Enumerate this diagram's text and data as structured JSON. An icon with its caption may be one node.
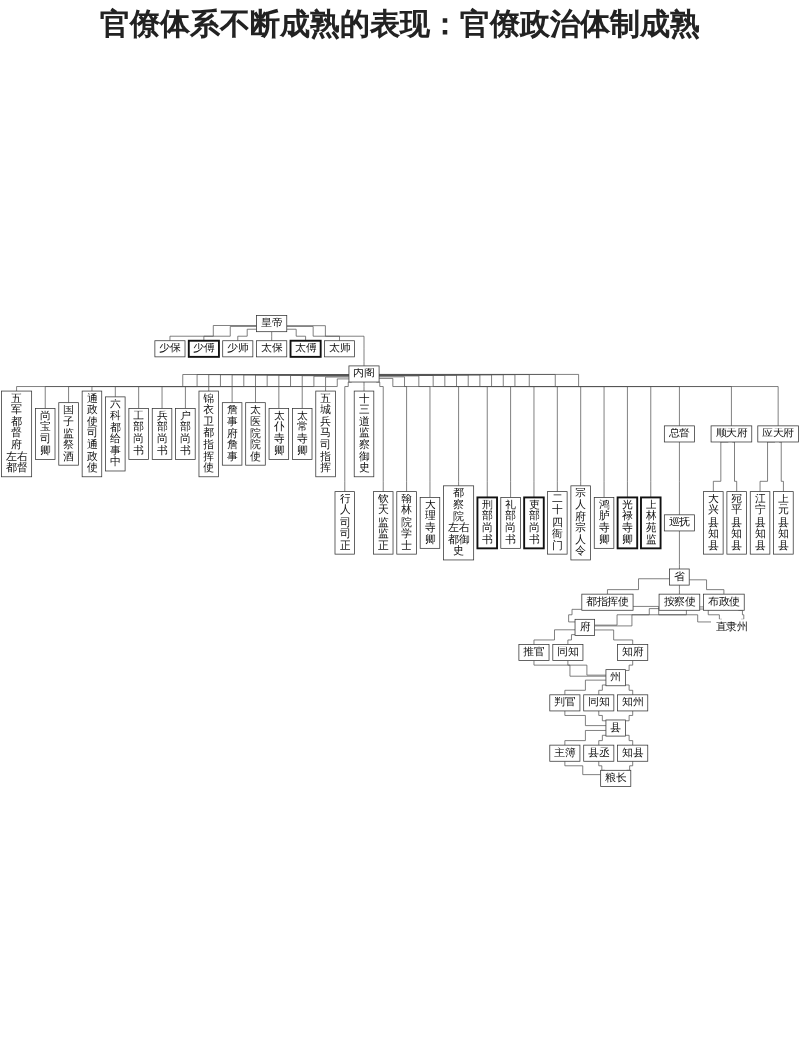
{
  "diagram": {
    "title": "官僚体系不断成熟的表现：官僚政治体制成熟",
    "nodes": [
      {
        "text": [
          "皇帝"
        ]
      },
      {
        "text": [
          "少保"
        ]
      },
      {
        "text": [
          "少傅"
        ]
      },
      {
        "text": [
          "少师"
        ]
      },
      {
        "text": [
          "太保"
        ]
      },
      {
        "text": [
          "太傅"
        ]
      },
      {
        "text": [
          "太师"
        ]
      },
      {
        "text": [
          "内阁"
        ]
      },
      {
        "text": [
          "五军都督府",
          "左右都督"
        ]
      },
      {
        "text": [
          "行人司司正"
        ]
      },
      {
        "text": [
          "尚宝司卿"
        ]
      },
      {
        "text": [
          "钦天监监正"
        ]
      },
      {
        "text": [
          "国子监祭酒"
        ]
      },
      {
        "text": [
          "翰林院学士"
        ]
      },
      {
        "text": [
          "通政使司通政使"
        ]
      },
      {
        "text": [
          "大理寺卿"
        ]
      },
      {
        "text": [
          "六科都给事中"
        ]
      },
      {
        "text": [
          "都察院",
          "左右都御史"
        ]
      },
      {
        "text": [
          "工部尚书"
        ]
      },
      {
        "text": [
          "刑部尚书"
        ]
      },
      {
        "text": [
          "兵部尚书"
        ]
      },
      {
        "text": [
          "礼部尚书"
        ]
      },
      {
        "text": [
          "户部尚书"
        ]
      },
      {
        "text": [
          "吏部尚书"
        ]
      },
      {
        "text": [
          "锦衣卫都指挥使"
        ]
      },
      {
        "text": [
          "二十四衙门"
        ]
      },
      {
        "text": [
          "詹事府詹事"
        ]
      },
      {
        "text": [
          "宗人府宗人令"
        ]
      },
      {
        "text": [
          "太医院院使"
        ]
      },
      {
        "text": [
          "鸿胪寺卿"
        ]
      },
      {
        "text": [
          "太仆寺卿"
        ]
      },
      {
        "text": [
          "光禄寺卿"
        ]
      },
      {
        "text": [
          "太常寺卿"
        ]
      },
      {
        "text": [
          "上林苑监"
        ]
      },
      {
        "text": [
          "五城兵马司指挥"
        ]
      },
      {
        "text": [
          "总督"
        ]
      },
      {
        "text": [
          "十三道监察御史"
        ]
      },
      {
        "text": [
          "巡抚"
        ]
      },
      {
        "text": [
          "顺天府"
        ]
      },
      {
        "text": [
          "应天府"
        ]
      },
      {
        "text": [
          "省"
        ]
      },
      {
        "text": [
          "都指挥使"
        ]
      },
      {
        "text": [
          "按察使"
        ]
      },
      {
        "text": [
          "布政使"
        ]
      },
      {
        "text": [
          "大兴县知县"
        ]
      },
      {
        "text": [
          "宛平县知县"
        ]
      },
      {
        "text": [
          "江宁县知县"
        ]
      },
      {
        "text": [
          "上元县知县"
        ]
      },
      {
        "text": [
          "府"
        ]
      },
      {
        "text": [
          "直隶州"
        ]
      },
      {
        "text": [
          "推官"
        ]
      },
      {
        "text": [
          "同知"
        ]
      },
      {
        "text": [
          "知府"
        ]
      },
      {
        "text": [
          "州"
        ]
      },
      {
        "text": [
          "判官"
        ]
      },
      {
        "text": [
          "同知"
        ]
      },
      {
        "text": [
          "知州"
        ]
      },
      {
        "text": [
          "县"
        ]
      },
      {
        "text": [
          "主簿"
        ]
      },
      {
        "text": [
          "县丞"
        ]
      },
      {
        "text": [
          "知县"
        ]
      },
      {
        "text": [
          "粮长"
        ]
      }
    ],
    "edges": [
      {
        "from": 0,
        "to": 1,
        "arrow": "none"
      },
      {
        "from": 0,
        "to": 2,
        "arrow": "none"
      },
      {
        "from": 0,
        "to": 3,
        "arrow": "none"
      },
      {
        "from": 0,
        "to": 4,
        "arrow": "none"
      },
      {
        "from": 0,
        "to": 5,
        "arrow": "none"
      },
      {
        "from": 0,
        "to": 6,
        "arrow": "none"
      },
      {
        "from": 0,
        "to": 7,
        "arrow": "none"
      },
      {
        "from": 7,
        "to": 8,
        "arrow": "none"
      },
      {
        "from": 7,
        "to": 9,
        "arrow": "none"
      },
      {
        "from": 7,
        "to": 10,
        "arrow": "none"
      },
      {
        "from": 7,
        "to": 11,
        "arrow": "none"
      },
      {
        "from": 7,
        "to": 12,
        "arrow": "none"
      },
      {
        "from": 7,
        "to": 13,
        "arrow": "none"
      },
      {
        "from": 7,
        "to": 14,
        "arrow": "none"
      },
      {
        "from": 7,
        "to": 15,
        "arrow": "none"
      },
      {
        "from": 7,
        "to": 16,
        "arrow": "none"
      },
      {
        "from": 7,
        "to": 17,
        "arrow": "none"
      },
      {
        "from": 7,
        "to": 18,
        "arrow": "none"
      },
      {
        "from": 7,
        "to": 19,
        "arrow": "none"
      },
      {
        "from": 7,
        "to": 20,
        "arrow": "none"
      },
      {
        "from": 7,
        "to": 21,
        "arrow": "none"
      },
      {
        "from": 7,
        "to": 22,
        "arrow": "none"
      },
      {
        "from": 7,
        "to": 23,
        "arrow": "none"
      },
      {
        "from": 7,
        "to": 24,
        "arrow": "none"
      },
      {
        "from": 7,
        "to": 25,
        "arrow": "none"
      },
      {
        "from": 7,
        "to": 26,
        "arrow": "none"
      },
      {
        "from": 7,
        "to": 27,
        "arrow": "none"
      },
      {
        "from": 7,
        "to": 28,
        "arrow": "none"
      },
      {
        "from": 7,
        "to": 29,
        "arrow": "none"
      },
      {
        "from": 7,
        "to": 30,
        "arrow": "none"
      },
      {
        "from": 7,
        "to": 31,
        "arrow": "none"
      },
      {
        "from": 7,
        "to": 32,
        "arrow": "none"
      },
      {
        "from": 7,
        "to": 33,
        "arrow": "none"
      },
      {
        "from": 7,
        "to": 34,
        "arrow": "none"
      },
      {
        "from": 7,
        "to": 35,
        "arrow": "none"
      },
      {
        "from": 7,
        "to": 36,
        "arrow": "none"
      },
      {
        "from": 7,
        "to": 38,
        "arrow": "none"
      },
      {
        "from": 7,
        "to": 39,
        "arrow": "none"
      },
      {
        "from": 35,
        "to": 37,
        "arrow": "none"
      },
      {
        "from": 37,
        "to": 40,
        "arrow": "none"
      },
      {
        "from": 40,
        "to": 41,
        "arrow": "none"
      },
      {
        "from": 40,
        "to": 42,
        "arrow": "none"
      },
      {
        "from": 40,
        "to": 43,
        "arrow": "none"
      },
      {
        "from": 38,
        "to": 44,
        "arrow": "none"
      },
      {
        "from": 38,
        "to": 45,
        "arrow": "none"
      },
      {
        "from": 39,
        "to": 46,
        "arrow": "none"
      },
      {
        "from": 39,
        "to": 47,
        "arrow": "none"
      },
      {
        "from": 41,
        "to": 48,
        "arrow": "none"
      },
      {
        "from": 42,
        "to": 48,
        "arrow": "none"
      },
      {
        "from": 43,
        "to": 48,
        "arrow": "none"
      },
      {
        "from": 41,
        "to": 49,
        "arrow": "none"
      },
      {
        "from": 42,
        "to": 49,
        "arrow": "none"
      },
      {
        "from": 43,
        "to": 49,
        "arrow": "none"
      },
      {
        "from": 48,
        "to": 50,
        "arrow": "none"
      },
      {
        "from": 48,
        "to": 51,
        "arrow": "none"
      },
      {
        "from": 48,
        "to": 52,
        "arrow": "none"
      },
      {
        "from": 50,
        "to": 53,
        "arrow": "none"
      },
      {
        "from": 51,
        "to": 53,
        "arrow": "none"
      },
      {
        "from": 52,
        "to": 53,
        "arrow": "none"
      },
      {
        "from": 53,
        "to": 54,
        "arrow": "none"
      },
      {
        "from": 53,
        "to": 55,
        "arrow": "none"
      },
      {
        "from": 53,
        "to": 56,
        "arrow": "none"
      },
      {
        "from": 54,
        "to": 57,
        "arrow": "none"
      },
      {
        "from": 55,
        "to": 57,
        "arrow": "none"
      },
      {
        "from": 56,
        "to": 57,
        "arrow": "none"
      },
      {
        "from": 57,
        "to": 58,
        "arrow": "none"
      },
      {
        "from": 57,
        "to": 59,
        "arrow": "none"
      },
      {
        "from": 57,
        "to": 60,
        "arrow": "none"
      },
      {
        "from": 58,
        "to": 61,
        "arrow": "none"
      },
      {
        "from": 59,
        "to": 61,
        "arrow": "none"
      },
      {
        "from": 60,
        "to": 61,
        "arrow": "none"
      }
    ]
  }
}
